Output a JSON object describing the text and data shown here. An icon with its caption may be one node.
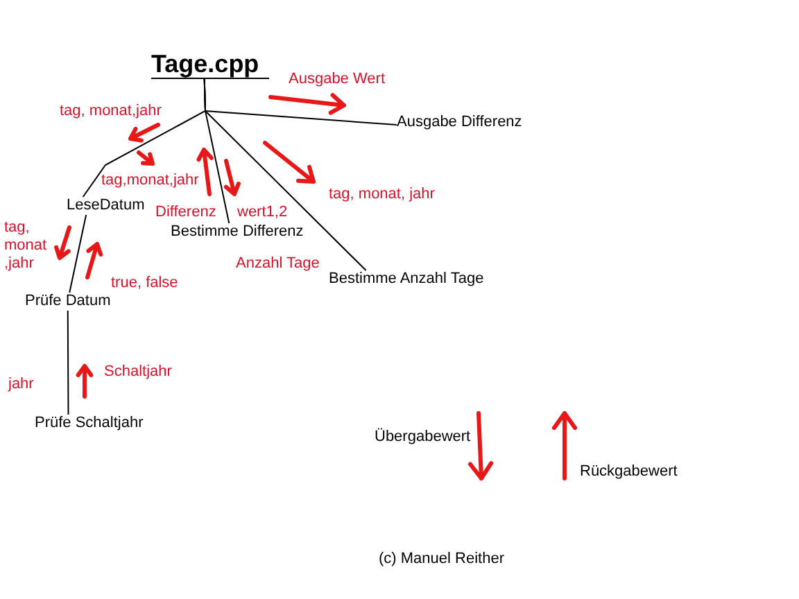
{
  "diagram": {
    "caption": "(c) Manuel Reither",
    "nodes": [
      {
        "text": [
          "Tage.cpp"
        ]
      },
      {
        "text": [
          "Ausgabe Differenz"
        ]
      },
      {
        "text": [
          "LeseDatum"
        ]
      },
      {
        "text": [
          "Bestimme Differenz"
        ]
      },
      {
        "text": [
          "Bestimme Anzahl Tage"
        ]
      },
      {
        "text": [
          "Prüfe Datum"
        ]
      },
      {
        "text": [
          "Prüfe Schaltjahr"
        ]
      }
    ],
    "edges": [
      {
        "from": 0,
        "to": 1,
        "arrow": "none"
      },
      {
        "from": 0,
        "to": 2,
        "arrow": "none"
      },
      {
        "from": 0,
        "to": 3,
        "arrow": "none"
      },
      {
        "from": 0,
        "to": 4,
        "arrow": "none"
      },
      {
        "from": 2,
        "to": 5,
        "arrow": "none"
      },
      {
        "from": 5,
        "to": 6,
        "arrow": "none"
      }
    ],
    "labels": [
      "Ausgabe Wert",
      "tag, monat,jahr",
      "tag,monat,jahr",
      "tag, monat, jahr",
      "Differenz",
      "wert1,2",
      "tag, monat ,jahr",
      "Anzahl Tage",
      "true, false",
      "Schaltjahr",
      "jahr"
    ],
    "legend": [
      {
        "text": "Übergabewert"
      },
      {
        "text": "Rückgabewert"
      }
    ]
  }
}
